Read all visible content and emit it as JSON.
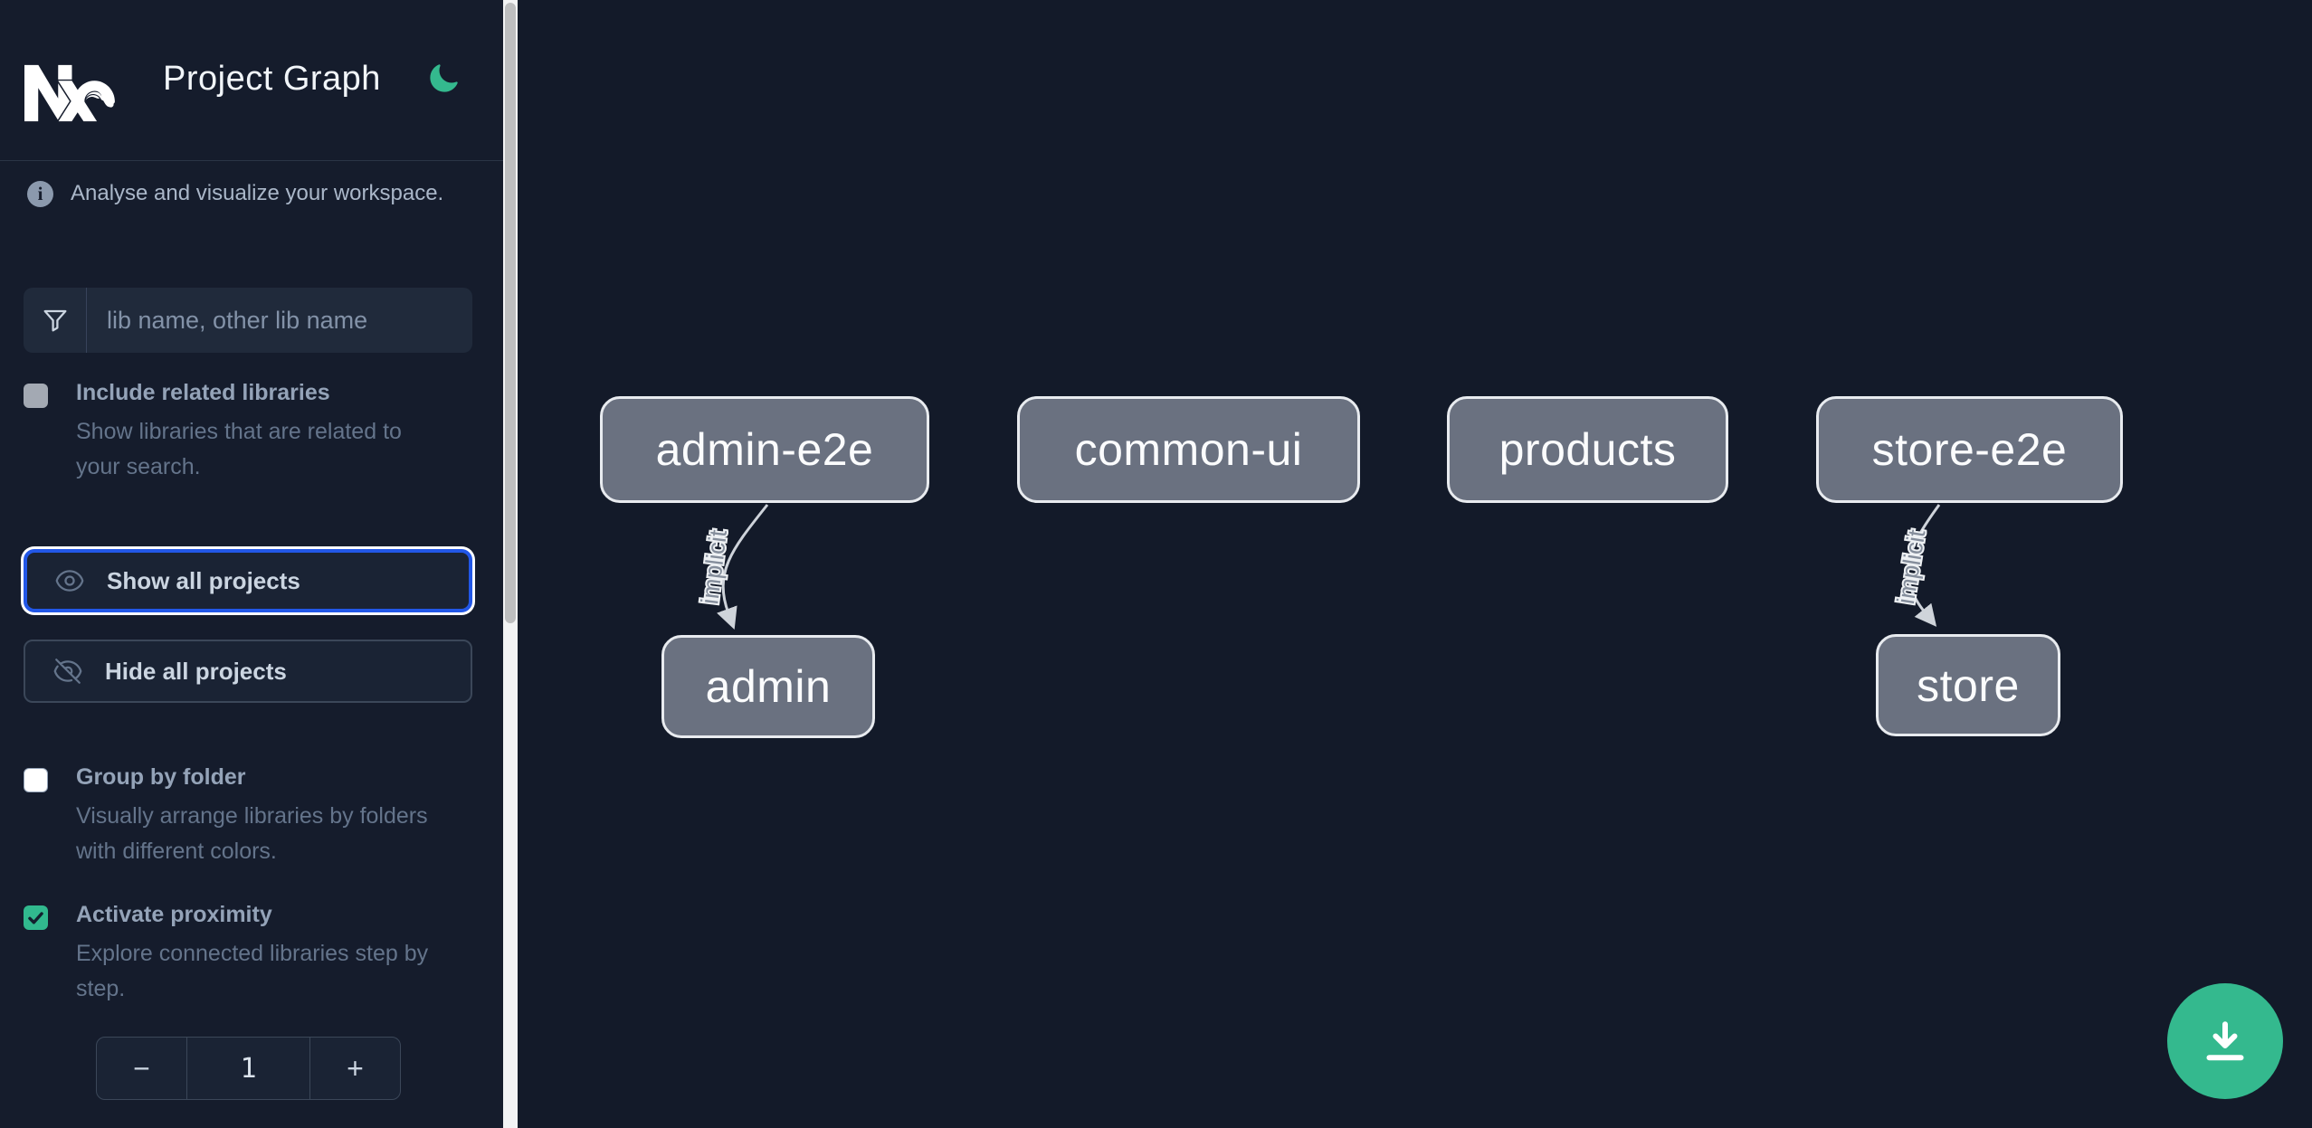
{
  "app": {
    "title": "Project Graph"
  },
  "sidebar": {
    "info_text": "Analyse and visualize your workspace.",
    "search": {
      "placeholder": "lib name, other lib name",
      "value": ""
    },
    "include_related": {
      "label": "Include related libraries",
      "description": "Show libraries that are related to your search.",
      "checked": false
    },
    "buttons": {
      "show_all": "Show all projects",
      "hide_all": "Hide all projects"
    },
    "group_by_folder": {
      "label": "Group by folder",
      "description": "Visually arrange libraries by folders with different colors.",
      "checked": false
    },
    "activate_proximity": {
      "label": "Activate proximity",
      "description": "Explore connected libraries step by step.",
      "checked": true
    },
    "proximity_stepper": {
      "decrement": "−",
      "value": "1",
      "increment": "+"
    }
  },
  "graph": {
    "nodes": [
      {
        "id": "admin-e2e",
        "label": "admin-e2e"
      },
      {
        "id": "common-ui",
        "label": "common-ui"
      },
      {
        "id": "products",
        "label": "products"
      },
      {
        "id": "store-e2e",
        "label": "store-e2e"
      },
      {
        "id": "admin",
        "label": "admin"
      },
      {
        "id": "store",
        "label": "store"
      }
    ],
    "edges": [
      {
        "source": "admin-e2e",
        "target": "admin",
        "label": "implicit"
      },
      {
        "source": "store-e2e",
        "target": "store",
        "label": "implicit"
      }
    ]
  },
  "colors": {
    "accent_green": "#34b98e",
    "focus_blue": "#2257e7",
    "node_fill": "#6a7180",
    "sidebar_bg": "#151c2c",
    "canvas_bg": "#131a29"
  }
}
